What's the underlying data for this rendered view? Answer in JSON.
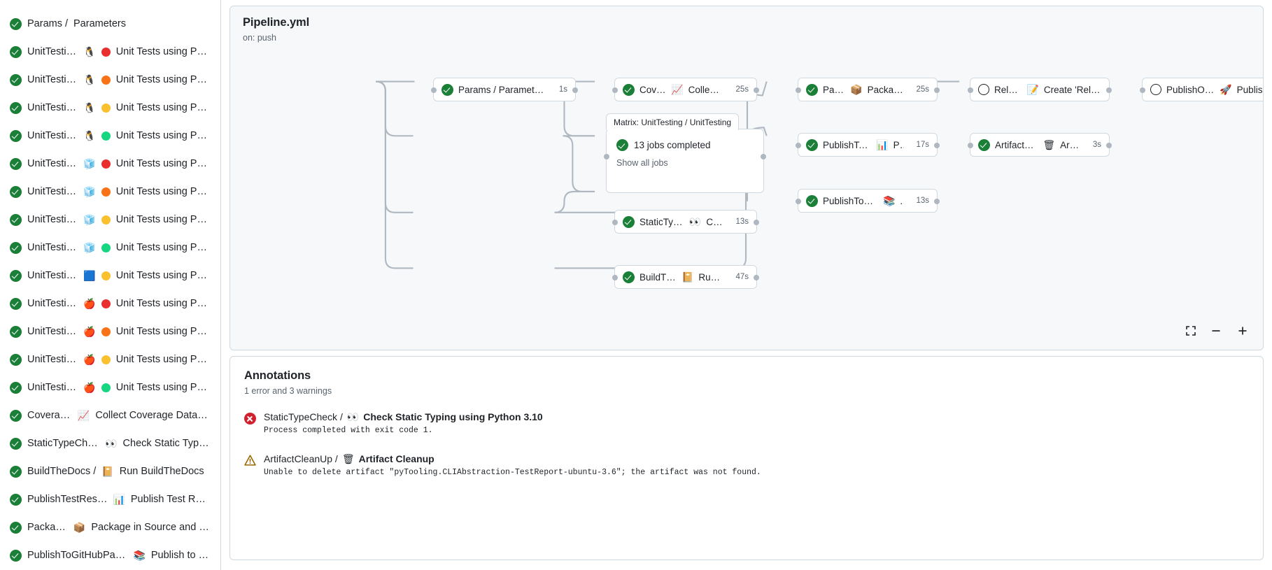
{
  "sidebar": {
    "items": [
      {
        "status": "success",
        "job": "Params / ",
        "osIcon": "",
        "verDot": "",
        "step": "Parameters",
        "glyph": ""
      },
      {
        "status": "success",
        "job": "UnitTesting / ",
        "osIcon": "penguin-icon",
        "osGlyph": "🐧",
        "verDot": "#ea2d2e",
        "step": "Unit Tests using Pyth..."
      },
      {
        "status": "success",
        "job": "UnitTesting / ",
        "osIcon": "penguin-icon",
        "osGlyph": "🐧",
        "verDot": "#f97316",
        "step": "Unit Tests using Pyth..."
      },
      {
        "status": "success",
        "job": "UnitTesting / ",
        "osIcon": "penguin-icon",
        "osGlyph": "🐧",
        "verDot": "#fbc02d",
        "step": "Unit Tests using Pyth..."
      },
      {
        "status": "success",
        "job": "UnitTesting / ",
        "osIcon": "penguin-icon",
        "osGlyph": "🐧",
        "verDot": "#16d67f",
        "step": "Unit Tests using Pyth..."
      },
      {
        "status": "success",
        "job": "UnitTesting / ",
        "osIcon": "windows-cube-icon",
        "osGlyph": "🧊",
        "verDot": "#ea2d2e",
        "step": "Unit Tests using Pyth..."
      },
      {
        "status": "success",
        "job": "UnitTesting / ",
        "osIcon": "windows-cube-icon",
        "osGlyph": "🧊",
        "verDot": "#f97316",
        "step": "Unit Tests using Pyth..."
      },
      {
        "status": "success",
        "job": "UnitTesting / ",
        "osIcon": "windows-cube-icon",
        "osGlyph": "🧊",
        "verDot": "#fbc02d",
        "step": "Unit Tests using Pyth..."
      },
      {
        "status": "success",
        "job": "UnitTesting / ",
        "osIcon": "windows-cube-icon",
        "osGlyph": "🧊",
        "verDot": "#16d67f",
        "step": "Unit Tests using Pyth..."
      },
      {
        "status": "success",
        "job": "UnitTesting / ",
        "osIcon": "blue-square-icon",
        "osGlyph": "🟦",
        "verDot": "#fbc02d",
        "step": "Unit Tests using Pyth..."
      },
      {
        "status": "success",
        "job": "UnitTesting / ",
        "osIcon": "apple-icon",
        "osGlyph": "🍎",
        "verDot": "#ea2d2e",
        "step": "Unit Tests using Pyth..."
      },
      {
        "status": "success",
        "job": "UnitTesting / ",
        "osIcon": "apple-icon",
        "osGlyph": "🍎",
        "verDot": "#f97316",
        "step": "Unit Tests using Pyth..."
      },
      {
        "status": "success",
        "job": "UnitTesting / ",
        "osIcon": "apple-icon",
        "osGlyph": "🍎",
        "verDot": "#fbc02d",
        "step": "Unit Tests using Pyth..."
      },
      {
        "status": "success",
        "job": "UnitTesting / ",
        "osIcon": "apple-icon",
        "osGlyph": "🍎",
        "verDot": "#16d67f",
        "step": "Unit Tests using Pyth..."
      },
      {
        "status": "success",
        "job": "Coverage / ",
        "osIcon": "chart-increasing-icon",
        "osGlyph": "📈",
        "verDot": "",
        "step": "Collect Coverage Data usi..."
      },
      {
        "status": "success",
        "job": "StaticTypeCheck / ",
        "osIcon": "eyes-icon",
        "osGlyph": "👀",
        "verDot": "",
        "step": "Check Static Typing..."
      },
      {
        "status": "success",
        "job": "BuildTheDocs / ",
        "osIcon": "notebook-icon",
        "osGlyph": "📔",
        "verDot": "",
        "step": "Run BuildTheDocs"
      },
      {
        "status": "success",
        "job": "PublishTestResults / ",
        "osIcon": "bar-chart-icon",
        "osGlyph": "📊",
        "verDot": "",
        "step": "Publish Test Resu..."
      },
      {
        "status": "success",
        "job": "Package / ",
        "osIcon": "package-icon",
        "osGlyph": "📦",
        "verDot": "",
        "step": "Package in Source and Wh..."
      },
      {
        "status": "success",
        "job": "PublishToGitHubPages / ",
        "osIcon": "books-icon",
        "osGlyph": "📚",
        "verDot": "",
        "step": "Publish to G..."
      }
    ]
  },
  "graph": {
    "title": "Pipeline.yml",
    "trigger": "on: push",
    "zoom": {
      "fullscreen_label": "fit-screen-icon",
      "zoom_out_label": "−",
      "zoom_in_label": "+"
    },
    "matrix": {
      "tab_label": "Matrix: UnitTesting / UnitTesting",
      "summary": "13 jobs completed",
      "show_all": "Show all jobs"
    },
    "nodes": [
      {
        "id": "params",
        "status": "success",
        "label": "Params / Parameters",
        "glyph": "",
        "duration": "1s"
      },
      {
        "id": "coverage",
        "status": "success",
        "label_pre": "Coverage / ",
        "glyph": "📈",
        "label_post": "Collect Cove...",
        "duration": "25s"
      },
      {
        "id": "package",
        "status": "success",
        "label_pre": "Package / ",
        "glyph": "📦",
        "label_post": "Package in So...",
        "duration": "25s"
      },
      {
        "id": "release",
        "status": "pending",
        "label_pre": "Release / ",
        "glyph": "📝",
        "label_post": "Create 'Release P...",
        "duration": ""
      },
      {
        "id": "pypi",
        "status": "pending",
        "label_pre": "PublishOnPyPI / ",
        "glyph": "🚀",
        "label_post": "Publish to ...",
        "duration": ""
      },
      {
        "id": "testresults",
        "status": "success",
        "label_pre": "PublishTestResults / ",
        "glyph": "📊",
        "label_post": "Pu...",
        "duration": "17s"
      },
      {
        "id": "artifact",
        "status": "success",
        "label_pre": "ArtifactCleanUp / ",
        "glyph": "🗑",
        "label_post": "Artifac...",
        "duration": "3s"
      },
      {
        "id": "ghpages",
        "status": "success",
        "label_pre": "PublishToGitHubPages / ",
        "glyph": "📚",
        "label_post": "...",
        "duration": "13s"
      },
      {
        "id": "statictype",
        "status": "success",
        "label_pre": "StaticTypeCheck / ",
        "glyph": "👀",
        "label_post": "Chec...",
        "duration": "13s"
      },
      {
        "id": "builddocs",
        "status": "success",
        "label_pre": "BuildTheDocs / ",
        "glyph": "📔",
        "label_post": "Run Buil...",
        "duration": "47s"
      }
    ]
  },
  "annotations": {
    "title": "Annotations",
    "summary": "1 error and 3 warnings",
    "rows": [
      {
        "severity": "error",
        "job": "StaticTypeCheck / ",
        "glyph": "👀",
        "step": "Check Static Typing using Python 3.10",
        "message": "Process completed with exit code 1."
      },
      {
        "severity": "warning",
        "job": "ArtifactCleanUp / ",
        "glyph": "🗑",
        "step": "Artifact Cleanup",
        "message": "Unable to delete artifact \"pyTooling.CLIAbstraction-TestReport-ubuntu-3.6\"; the artifact was not found."
      }
    ]
  },
  "colors": {
    "success": "#1a7f37",
    "error": "#cf222e",
    "warning": "#9a6700",
    "border": "#d1d9e0",
    "edge": "#afb8c1",
    "canvas_bg": "#f6f8fa"
  }
}
